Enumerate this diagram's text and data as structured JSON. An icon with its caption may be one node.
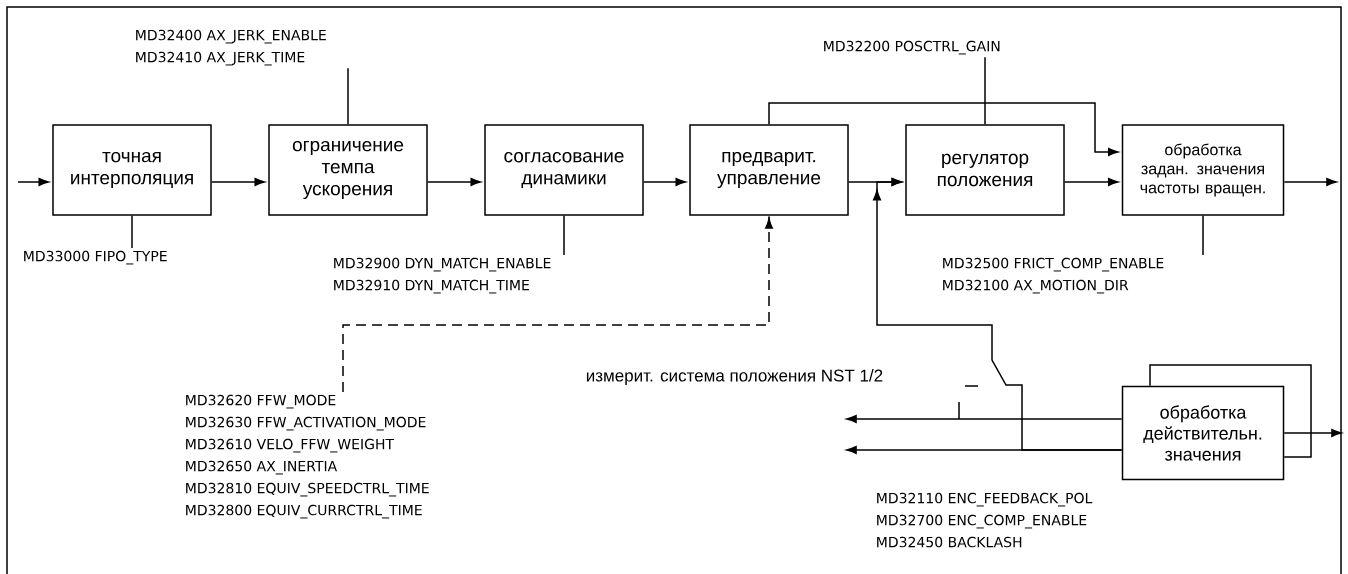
{
  "diagram": {
    "nodes": [
      {
        "text": [
          "точная интерполяция"
        ]
      },
      {
        "text": [
          "ограничение темпа ускорения"
        ]
      },
      {
        "text": [
          "согласование динамики"
        ]
      },
      {
        "text": [
          "предварит. управление"
        ]
      },
      {
        "text": [
          "регулятор положения"
        ]
      },
      {
        "text": [
          "обработка задан. значения частоты вращен."
        ]
      },
      {
        "text": [
          "обработка действительн. значения"
        ]
      },
      {
        "text": [
          "MD32400 AX_JERK_ENABLE",
          "MD32410 AX_JERK_TIME"
        ]
      },
      {
        "text": [
          "MD33000 FIPO_TYPE"
        ]
      },
      {
        "text": [
          "MD32900 DYN_MATCH_ENABLE",
          "MD32910 DYN_MATCH_TIME"
        ]
      },
      {
        "text": [
          "MD32200 POSCTRL_GAIN"
        ]
      },
      {
        "text": [
          "MD32500 FRICT_COMP_ENABLE",
          "MD32100 AX_MOTION_DIR"
        ]
      },
      {
        "text": [
          "MD32620 FFW_MODE",
          "MD32630 FFW_ACTIVATION_MODE",
          "MD32610 VELO_FFW_WEIGHT",
          "MD32650 AX_INERTIA",
          "MD32810 EQUIV_SPEEDCTRL_TIME",
          "MD32800 EQUIV_CURRCTRL_TIME"
        ]
      }
    ],
    "edges": [
      {
        "from": null,
        "to": 0,
        "arrow": "to"
      },
      {
        "from": 0,
        "to": 1,
        "arrow": "to"
      },
      {
        "from": 1,
        "to": 2,
        "arrow": "to"
      },
      {
        "from": 2,
        "to": 3,
        "arrow": "to"
      },
      {
        "from": 3,
        "to": 4,
        "arrow": "to"
      },
      {
        "from": 4,
        "to": 5,
        "arrow": "to"
      },
      {
        "from": 5,
        "to": null,
        "arrow": "to"
      },
      {
        "from": 3,
        "to": 5,
        "arrow": "to"
      },
      {
        "from": 7,
        "to": 1,
        "arrow": "none"
      },
      {
        "from": 8,
        "to": 0,
        "arrow": "none"
      },
      {
        "from": 9,
        "to": 2,
        "arrow": "none"
      },
      {
        "from": 10,
        "to": 4,
        "arrow": "none"
      },
      {
        "from": 11,
        "to": 5,
        "arrow": "none"
      },
      {
        "from": 12,
        "to": 3,
        "arrow": "to",
        "style": "dashed"
      },
      {
        "from": 6,
        "to": 4,
        "arrow": "to"
      },
      {
        "from": 6,
        "to": null,
        "arrow": "to"
      },
      {
        "from": 6,
        "to": null,
        "arrow": "to"
      },
      {
        "from": 6,
        "to": null,
        "arrow": "to"
      },
      {
        "from": 6,
        "to": 6,
        "arrow": "none"
      }
    ],
    "labels": [
      "измерит. система положения NST 1/2",
      "MD32110 ENC_FEEDBACK_POL",
      "MD32700 ENC_COMP_ENABLE",
      "MD32450 BACKLASH"
    ]
  }
}
